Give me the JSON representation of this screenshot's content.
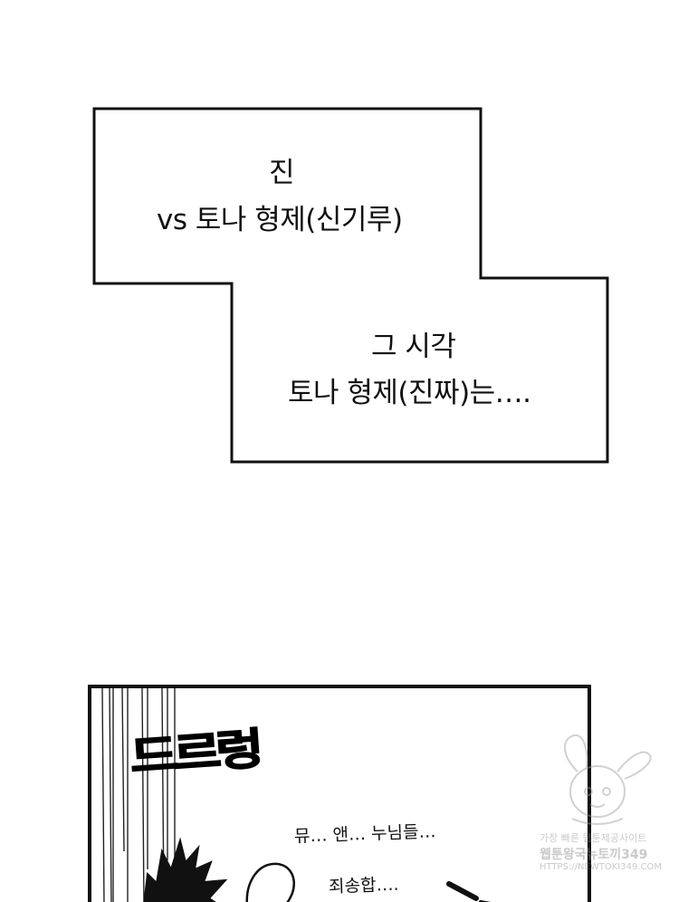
{
  "narration": {
    "caption_1": {
      "line_1": "진",
      "line_2": "vs 토나 형제(신기루)"
    },
    "caption_2": {
      "line_1": "그 시각",
      "line_2": "토나 형제(진짜)는…."
    }
  },
  "panel": {
    "sound_effect": "드르렁",
    "dialogue": {
      "line_1": "뮤… 앤… 누님들…",
      "line_2": "죄송합…."
    }
  },
  "watermark": {
    "line_1": "가장 빠른 웹툰제공사이트",
    "line_2": "웹툰왕국뉴토끼349",
    "line_3": "HTTPS://NEWTOKI349.COM"
  }
}
